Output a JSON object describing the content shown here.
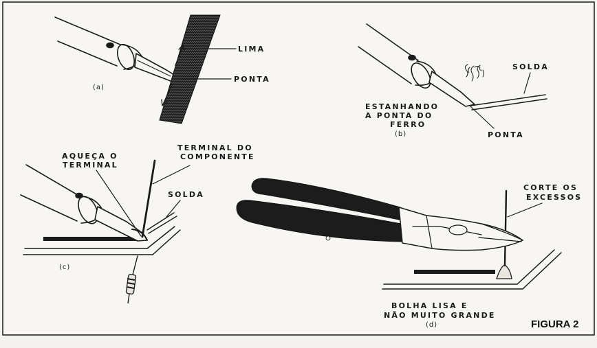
{
  "panel_a": {
    "lima": "LIMA",
    "ponta": "PONTA",
    "caption": "(a)"
  },
  "panel_b": {
    "solda": "SOLDA",
    "line1": "ESTANHANDO",
    "line2": "A PONTA DO",
    "line3": "FERRO",
    "caption": "(b)",
    "ponta": "PONTA"
  },
  "panel_c": {
    "heat_line1": "AQUEÇA O",
    "heat_line2": "TERMINAL",
    "term_line1": "TERMINAL DO",
    "term_line2": "COMPONENTE",
    "solda": "SOLDA",
    "caption": "(c)"
  },
  "panel_d": {
    "cut_line1": "CORTE OS",
    "cut_line2": "EXCESSOS",
    "blob_line1": "BOLHA LISA E",
    "blob_line2": "NÃO MUITO GRANDE",
    "caption": "(d)"
  },
  "figure_title": "FIGURA 2"
}
